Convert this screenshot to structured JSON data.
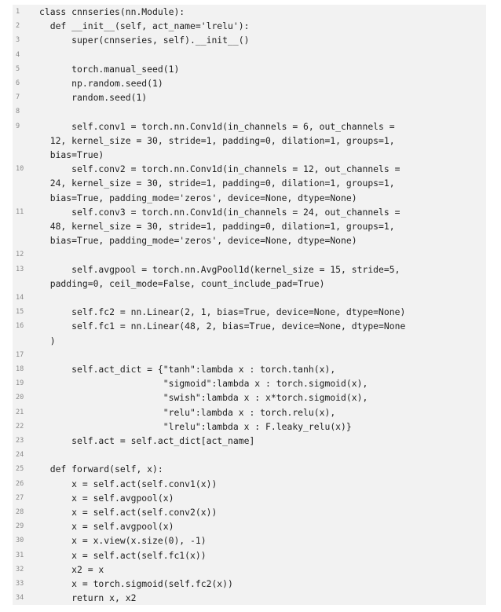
{
  "lines": [
    {
      "no": "1",
      "text": "class cnnseries(nn.Module):"
    },
    {
      "no": "2",
      "text": "  def __init__(self, act_name='lrelu'):"
    },
    {
      "no": "3",
      "text": "      super(cnnseries, self).__init__()"
    },
    {
      "no": "4",
      "text": ""
    },
    {
      "no": "5",
      "text": "      torch.manual_seed(1)"
    },
    {
      "no": "6",
      "text": "      np.random.seed(1)"
    },
    {
      "no": "7",
      "text": "      random.seed(1)"
    },
    {
      "no": "8",
      "text": ""
    },
    {
      "no": "9",
      "text": "      self.conv1 = torch.nn.Conv1d(in_channels = 6, out_channels =",
      "cont": [
        "  12, kernel_size = 30, stride=1, padding=0, dilation=1, groups=1,",
        "  bias=True)"
      ]
    },
    {
      "no": "10",
      "text": "      self.conv2 = torch.nn.Conv1d(in_channels = 12, out_channels =",
      "cont": [
        "  24, kernel_size = 30, stride=1, padding=0, dilation=1, groups=1,",
        "  bias=True, padding_mode='zeros', device=None, dtype=None)"
      ]
    },
    {
      "no": "11",
      "text": "      self.conv3 = torch.nn.Conv1d(in_channels = 24, out_channels =",
      "cont": [
        "  48, kernel_size = 30, stride=1, padding=0, dilation=1, groups=1,",
        "  bias=True, padding_mode='zeros', device=None, dtype=None)"
      ]
    },
    {
      "no": "12",
      "text": ""
    },
    {
      "no": "13",
      "text": "      self.avgpool = torch.nn.AvgPool1d(kernel_size = 15, stride=5,",
      "cont": [
        "  padding=0, ceil_mode=False, count_include_pad=True)"
      ]
    },
    {
      "no": "14",
      "text": ""
    },
    {
      "no": "15",
      "text": "      self.fc2 = nn.Linear(2, 1, bias=True, device=None, dtype=None)"
    },
    {
      "no": "16",
      "text": "      self.fc1 = nn.Linear(48, 2, bias=True, device=None, dtype=None",
      "cont": [
        "  )"
      ]
    },
    {
      "no": "17",
      "text": ""
    },
    {
      "no": "18",
      "text": "      self.act_dict = {\"tanh\":lambda x : torch.tanh(x),"
    },
    {
      "no": "19",
      "text": "                       \"sigmoid\":lambda x : torch.sigmoid(x),"
    },
    {
      "no": "20",
      "text": "                       \"swish\":lambda x : x*torch.sigmoid(x),"
    },
    {
      "no": "21",
      "text": "                       \"relu\":lambda x : torch.relu(x),"
    },
    {
      "no": "22",
      "text": "                       \"lrelu\":lambda x : F.leaky_relu(x)}"
    },
    {
      "no": "23",
      "text": "      self.act = self.act_dict[act_name]"
    },
    {
      "no": "24",
      "text": ""
    },
    {
      "no": "25",
      "text": "  def forward(self, x):"
    },
    {
      "no": "26",
      "text": "      x = self.act(self.conv1(x))"
    },
    {
      "no": "27",
      "text": "      x = self.avgpool(x)"
    },
    {
      "no": "28",
      "text": "      x = self.act(self.conv2(x))"
    },
    {
      "no": "29",
      "text": "      x = self.avgpool(x)"
    },
    {
      "no": "30",
      "text": "      x = x.view(x.size(0), -1)"
    },
    {
      "no": "31",
      "text": "      x = self.act(self.fc1(x))"
    },
    {
      "no": "32",
      "text": "      x2 = x"
    },
    {
      "no": "33",
      "text": "      x = torch.sigmoid(self.fc2(x))"
    },
    {
      "no": "34",
      "text": "      return x, x2"
    }
  ]
}
